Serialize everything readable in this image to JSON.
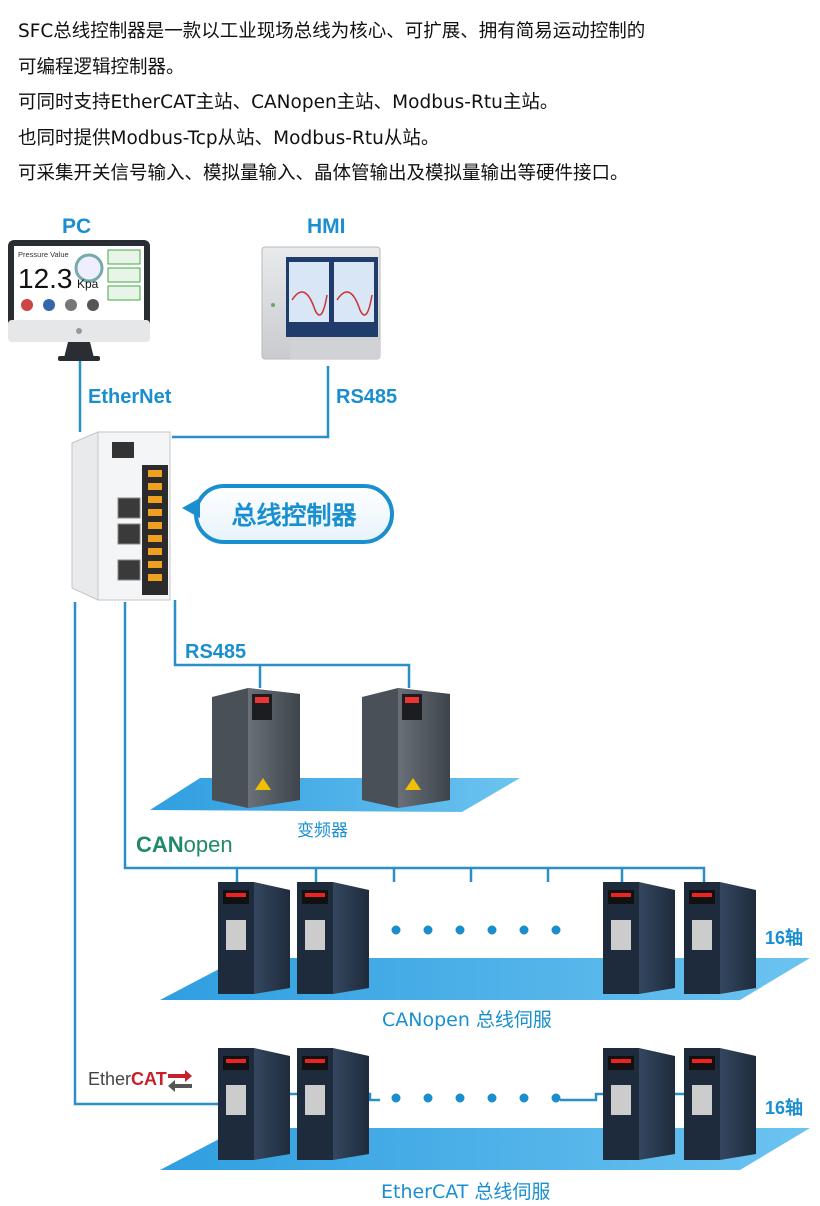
{
  "intro": {
    "lines": [
      "SFC总线控制器是一款以工业现场总线为核心、可扩展、拥有简易运动控制的",
      "可编程逻辑控制器。",
      "可同时支持EtherCAT主站、CANopen主站、Modbus-Rtu主站。",
      "也同时提供Modbus-Tcp从站、Modbus-Rtu从站。",
      "可采集开关信号输入、模拟量输入、晶体管输出及模拟量输出等硬件接口。"
    ]
  },
  "diagram": {
    "pc_label": "PC",
    "hmi_label": "HMI",
    "ethernet_label": "EtherNet",
    "rs485_top_label": "RS485",
    "controller_label": "总线控制器",
    "rs485_bottom_label": "RS485",
    "inverter_caption": "变频器",
    "canopen_logo_can": "CAN",
    "canopen_logo_open": "open",
    "canopen_axes": "16轴",
    "canopen_caption": "CANopen 总线伺服",
    "ethercat_logo_ether": "Ether",
    "ethercat_logo_cat": "CAT",
    "ethercat_axes": "16轴",
    "ethercat_caption": "EtherCAT 总线伺服",
    "pc_screen": {
      "title": "Pressure Value",
      "value": "12.3",
      "unit": "Kpa"
    }
  },
  "colors": {
    "accent": "#1a8fd0",
    "line": "#2a8fc6",
    "floor": "#3fa9e6",
    "servo_body": "#2a3a52",
    "inverter_body": "#5a6068",
    "canopen_green": "#1f8a6a"
  }
}
